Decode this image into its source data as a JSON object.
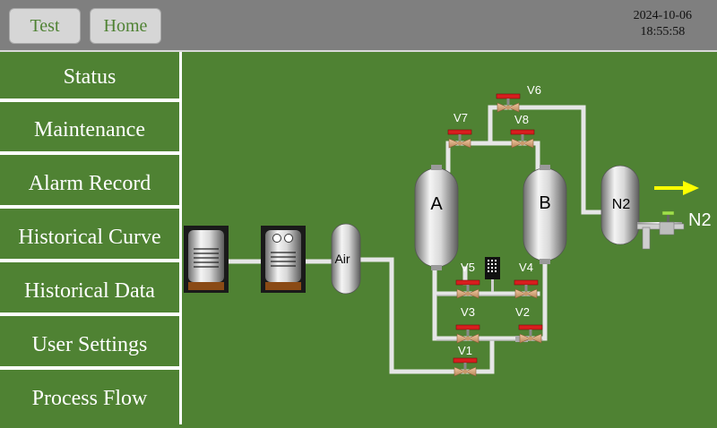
{
  "topbar": {
    "buttons": [
      {
        "label": "Test"
      },
      {
        "label": "Home"
      }
    ],
    "date": "2024-10-06",
    "time": "18:55:58"
  },
  "sidebar": {
    "items": [
      {
        "label": "Status"
      },
      {
        "label": "Maintenance"
      },
      {
        "label": "Alarm Record"
      },
      {
        "label": "Historical Curve"
      },
      {
        "label": "Historical Data"
      },
      {
        "label": "User Settings"
      },
      {
        "label": "Process Flow"
      }
    ]
  },
  "process": {
    "tanks": {
      "air": "Air",
      "a": "A",
      "b": "B",
      "n2": "N2"
    },
    "outlet_label": "N2",
    "valves": [
      "V1",
      "V2",
      "V3",
      "V4",
      "V5",
      "V6",
      "V7",
      "V8"
    ]
  },
  "colors": {
    "background": "#4f8233",
    "topbar": "#7f7f7f",
    "button_text": "#4f8233",
    "valve_red": "#d81e1e",
    "arrow_yellow": "#ffff00"
  }
}
